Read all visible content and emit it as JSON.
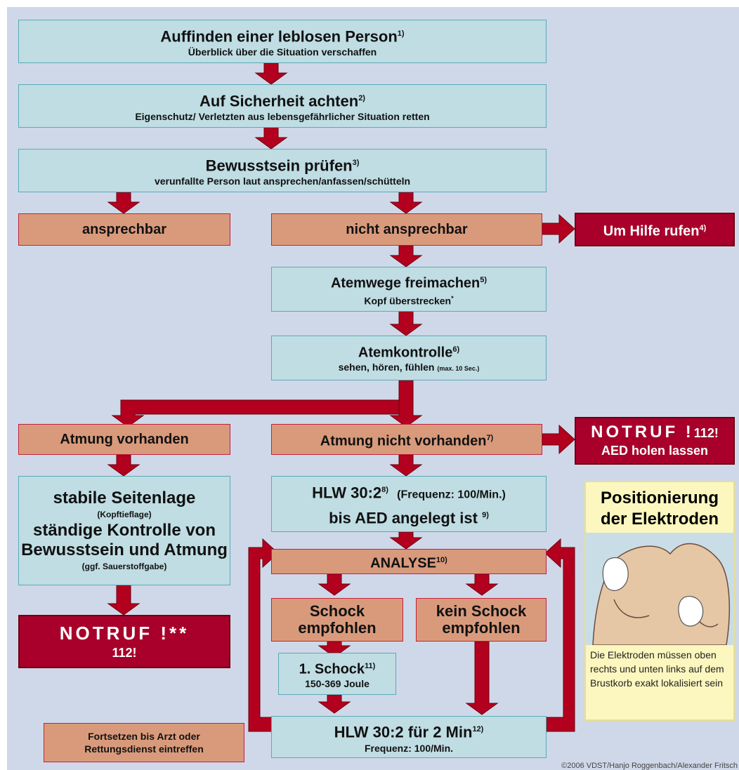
{
  "colors": {
    "background": "#cfd8e8",
    "step_box": "#bfdde3",
    "decision_box": "#d99a7c",
    "alert_box": "#a8002a",
    "arrow": "#b3001e",
    "info_panel": "#fcf7bf"
  },
  "steps": {
    "find": {
      "title": "Auffinden einer leblosen Person",
      "sup": "1)",
      "sub": "Überblick über die Situation verschaffen"
    },
    "safety": {
      "title": "Auf Sicherheit achten",
      "sup": "2)",
      "sub": "Eigenschutz/ Verletzten aus lebensgefährlicher Situation retten"
    },
    "conscious": {
      "title": "Bewusstsein prüfen",
      "sup": "3)",
      "sub": "verunfallte Person laut ansprechen/anfassen/schütteln"
    },
    "responsive": {
      "label": "ansprechbar"
    },
    "unresponsive": {
      "label": "nicht ansprechbar"
    },
    "call_help": {
      "label": "Um Hilfe rufen",
      "sup": "4)"
    },
    "airway": {
      "title": "Atemwege freimachen",
      "sup": "5)",
      "sub": "Kopf überstrecken",
      "sub_mark": "*"
    },
    "breath_check": {
      "title": "Atemkontrolle",
      "sup": "6)",
      "sub": "sehen, hören, fühlen",
      "sub_small": "(max. 10 Sec.)"
    },
    "breathing": {
      "label": "Atmung vorhanden"
    },
    "not_breathing": {
      "label": "Atmung nicht vorhanden",
      "sup": "7)"
    },
    "notruf_aed": {
      "title": "NOTRUF !",
      "number": "112!",
      "sub": "AED holen lassen"
    },
    "recovery": {
      "title": "stabile Seitenlage",
      "sub1": "(Kopftieflage)",
      "line2": "ständige Kontrolle von",
      "line3": "Bewusstsein und Atmung",
      "sub2": "(ggf. Sauerstoffgabe)"
    },
    "notruf2": {
      "title": "NOTRUF !**",
      "number": "112!"
    },
    "hlw": {
      "title": "HLW 30:2",
      "sup": "8)",
      "freq": "(Frequenz: 100/Min.)",
      "line2": "bis AED angelegt ist",
      "sup2": "9)"
    },
    "analyse": {
      "label": "ANALYSE",
      "sup": "10)"
    },
    "shock": {
      "line1": "Schock",
      "line2": "empfohlen"
    },
    "no_shock": {
      "line1": "kein Schock",
      "line2": "empfohlen"
    },
    "first_shock": {
      "title": "1. Schock",
      "sup": "11)",
      "sub": "150-369 Joule"
    },
    "hlw2": {
      "title": "HLW 30:2 für 2 Min",
      "sup": "12)",
      "sub": "Frequenz: 100/Min."
    },
    "continue": {
      "line1": "Fortsetzen bis Arzt oder",
      "line2": "Rettungsdienst eintreffen"
    }
  },
  "panel": {
    "title1": "Positionierung",
    "title2": "der Elektroden",
    "text": "Die Elektroden müssen oben rechts und unten links auf dem Brustkorb exakt lokalisiert sein"
  },
  "credit": "©2006 VDST/Hanjo Roggenbach/Alexander Fritsch"
}
